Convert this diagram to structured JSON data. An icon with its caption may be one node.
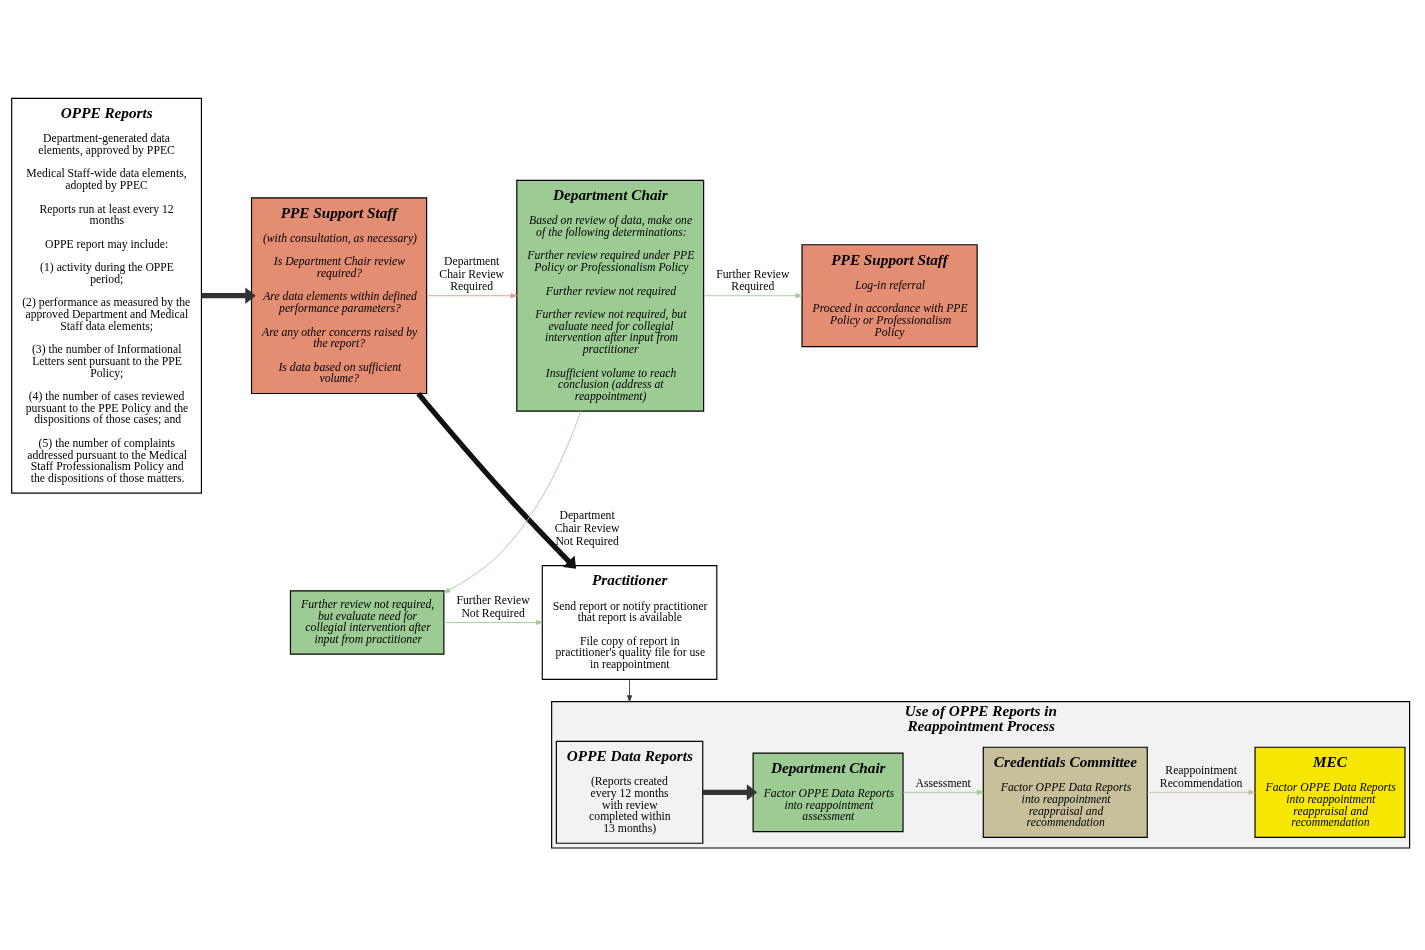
{
  "diagram": {
    "nodes": [
      {
        "text": [
          "OPPE Reports",
          "Department-generated data elements, approved by PPEC",
          "Medical Staff-wide data elements, adopted by PPEC",
          "Reports run at least every 12 months",
          "OPPE report may include:",
          "(1) activity during the OPPE period;",
          "(2) performance as measured by the approved Department and Medical Staff data elements;",
          "(3) the number of Informational Letters sent pursuant to the PPE Policy;",
          "(4) the number of cases reviewed pursuant to the PPE Policy and the dispositions of those cases; and",
          "(5) the number of complaints addressed pursuant to the Medical Staff Professionalism Policy and the dispositions of those matters."
        ]
      },
      {
        "text": [
          "PPE Support Staff",
          "(with consultation, as necessary)",
          "Is Department Chair review required?",
          "Are data elements within defined performance parameters?",
          "Are any other concerns raised by the report?",
          "Is data based on sufficient volume?"
        ]
      },
      {
        "text": [
          "Department Chair",
          "Based on review of data, make one of the following determinations:",
          "Further review required under PPE Policy or Professionalism Policy",
          "Further review not required",
          "Further review not required, but evaluate need for collegial intervention after input from practitioner",
          "Insufficient volume to reach conclusion (address at reappointment)"
        ]
      },
      {
        "text": [
          "PPE Support Staff",
          "Log-in referral",
          "Proceed in accordance with PPE Policy or Professionalism Policy"
        ]
      },
      {
        "text": [
          "Practitioner",
          "Send report or notify practitioner that report is available",
          "File copy of report in practitioner's quality file for use in reappointment"
        ]
      },
      {
        "text": [
          "Further review not required, but evaluate need for collegial intervention after input from practitioner"
        ]
      },
      {
        "text": [
          "Use of OPPE Reports in Reappointment Process"
        ]
      },
      {
        "text": [
          "OPPE Data Reports",
          "(Reports created every 12 months with review completed within 13 months)"
        ],
        "in": 6
      },
      {
        "text": [
          "Department Chair",
          "Factor OPPE Data Reports into reappointment assessment"
        ],
        "in": 6
      },
      {
        "text": [
          "Credentials Committee",
          "Factor OPPE Data Reports into reappointment reappraisal and recommendation"
        ],
        "in": 6
      },
      {
        "text": [
          "MEC",
          "Factor OPPE Data Reports into reappointment reappraisal and recommendation"
        ],
        "in": 6
      }
    ],
    "edges": [
      {
        "from": 0,
        "to": 1,
        "arrow": "to",
        "style": "thick",
        "color": "#333333"
      },
      {
        "from": 1,
        "to": 2,
        "arrow": "to",
        "label": "Department Chair Review Required",
        "color": "#e8957a"
      },
      {
        "from": 2,
        "to": 3,
        "arrow": "to",
        "label": "Further Review Required"
      },
      {
        "from": 1,
        "to": 4,
        "arrow": "to",
        "label": "Department Chair Review Not Required",
        "style": "thick",
        "color": "#111111"
      },
      {
        "from": 2,
        "to": 5,
        "arrow": "to"
      },
      {
        "from": 5,
        "to": 4,
        "arrow": "to",
        "label": "Further Review Not Required"
      },
      {
        "from": 4,
        "to": 6,
        "arrow": "to",
        "color": "#333333"
      },
      {
        "from": 7,
        "to": 8,
        "arrow": "to",
        "style": "thick",
        "color": "#333333"
      },
      {
        "from": 8,
        "to": 9,
        "arrow": "to",
        "label": "Assessment"
      },
      {
        "from": 9,
        "to": 10,
        "arrow": "to",
        "label": "Reappointment Recommendation",
        "color": "#c8c09a"
      }
    ]
  }
}
